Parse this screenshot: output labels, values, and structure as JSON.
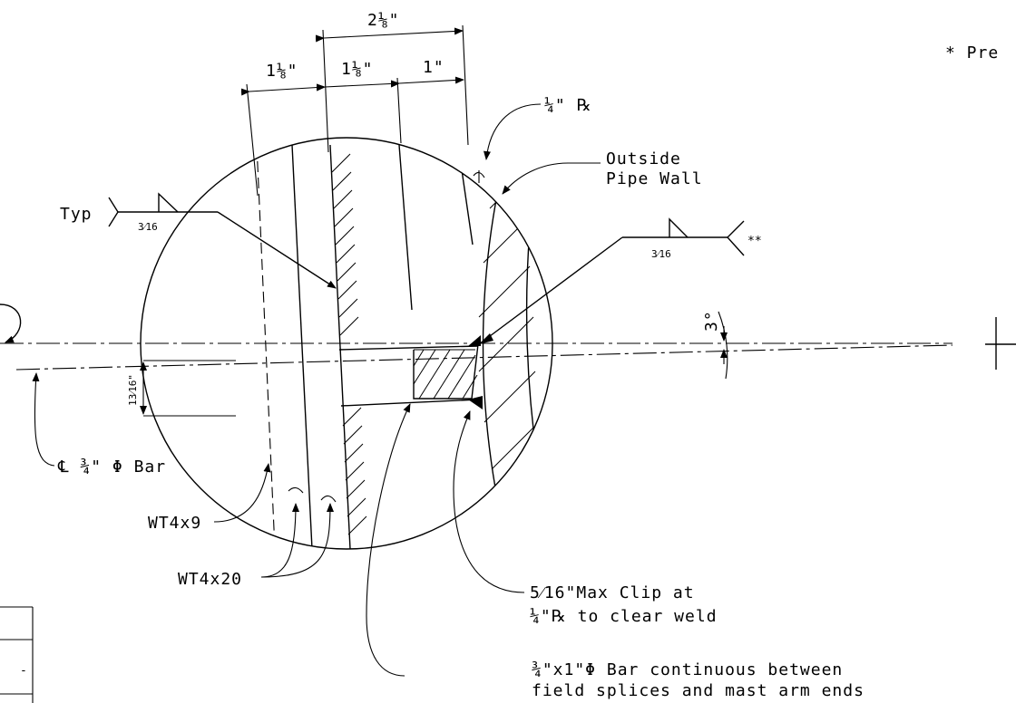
{
  "dimensions": {
    "top_overall": "2⅛\"",
    "left": "1⅛\"",
    "middle": "1⅛\"",
    "right": "1\"",
    "vertical_offset": "13⁄16\"",
    "angle": "3°"
  },
  "labels": {
    "plate": "¼\" ℞",
    "outside_pipe_wall_1": "Outside",
    "outside_pipe_wall_2": "Pipe Wall",
    "weld_typ": "Typ",
    "weld_left_size": "3⁄16",
    "weld_right_size": "3⁄16",
    "weld_right_tail": "**",
    "bar_cl": "℄ ¾\" Φ Bar",
    "wt4x9": "WT4x9",
    "wt4x20": "WT4x20",
    "clip_1": "5⁄16\"Max Clip at",
    "clip_2": "¼\"℞ to clear weld",
    "bar_cont_1": "¾\"x1\"Φ Bar continuous between",
    "bar_cont_2": "field splices and mast arm ends",
    "note_top_right": "* Pre"
  },
  "table_edge": {
    "cell_text": "-"
  }
}
